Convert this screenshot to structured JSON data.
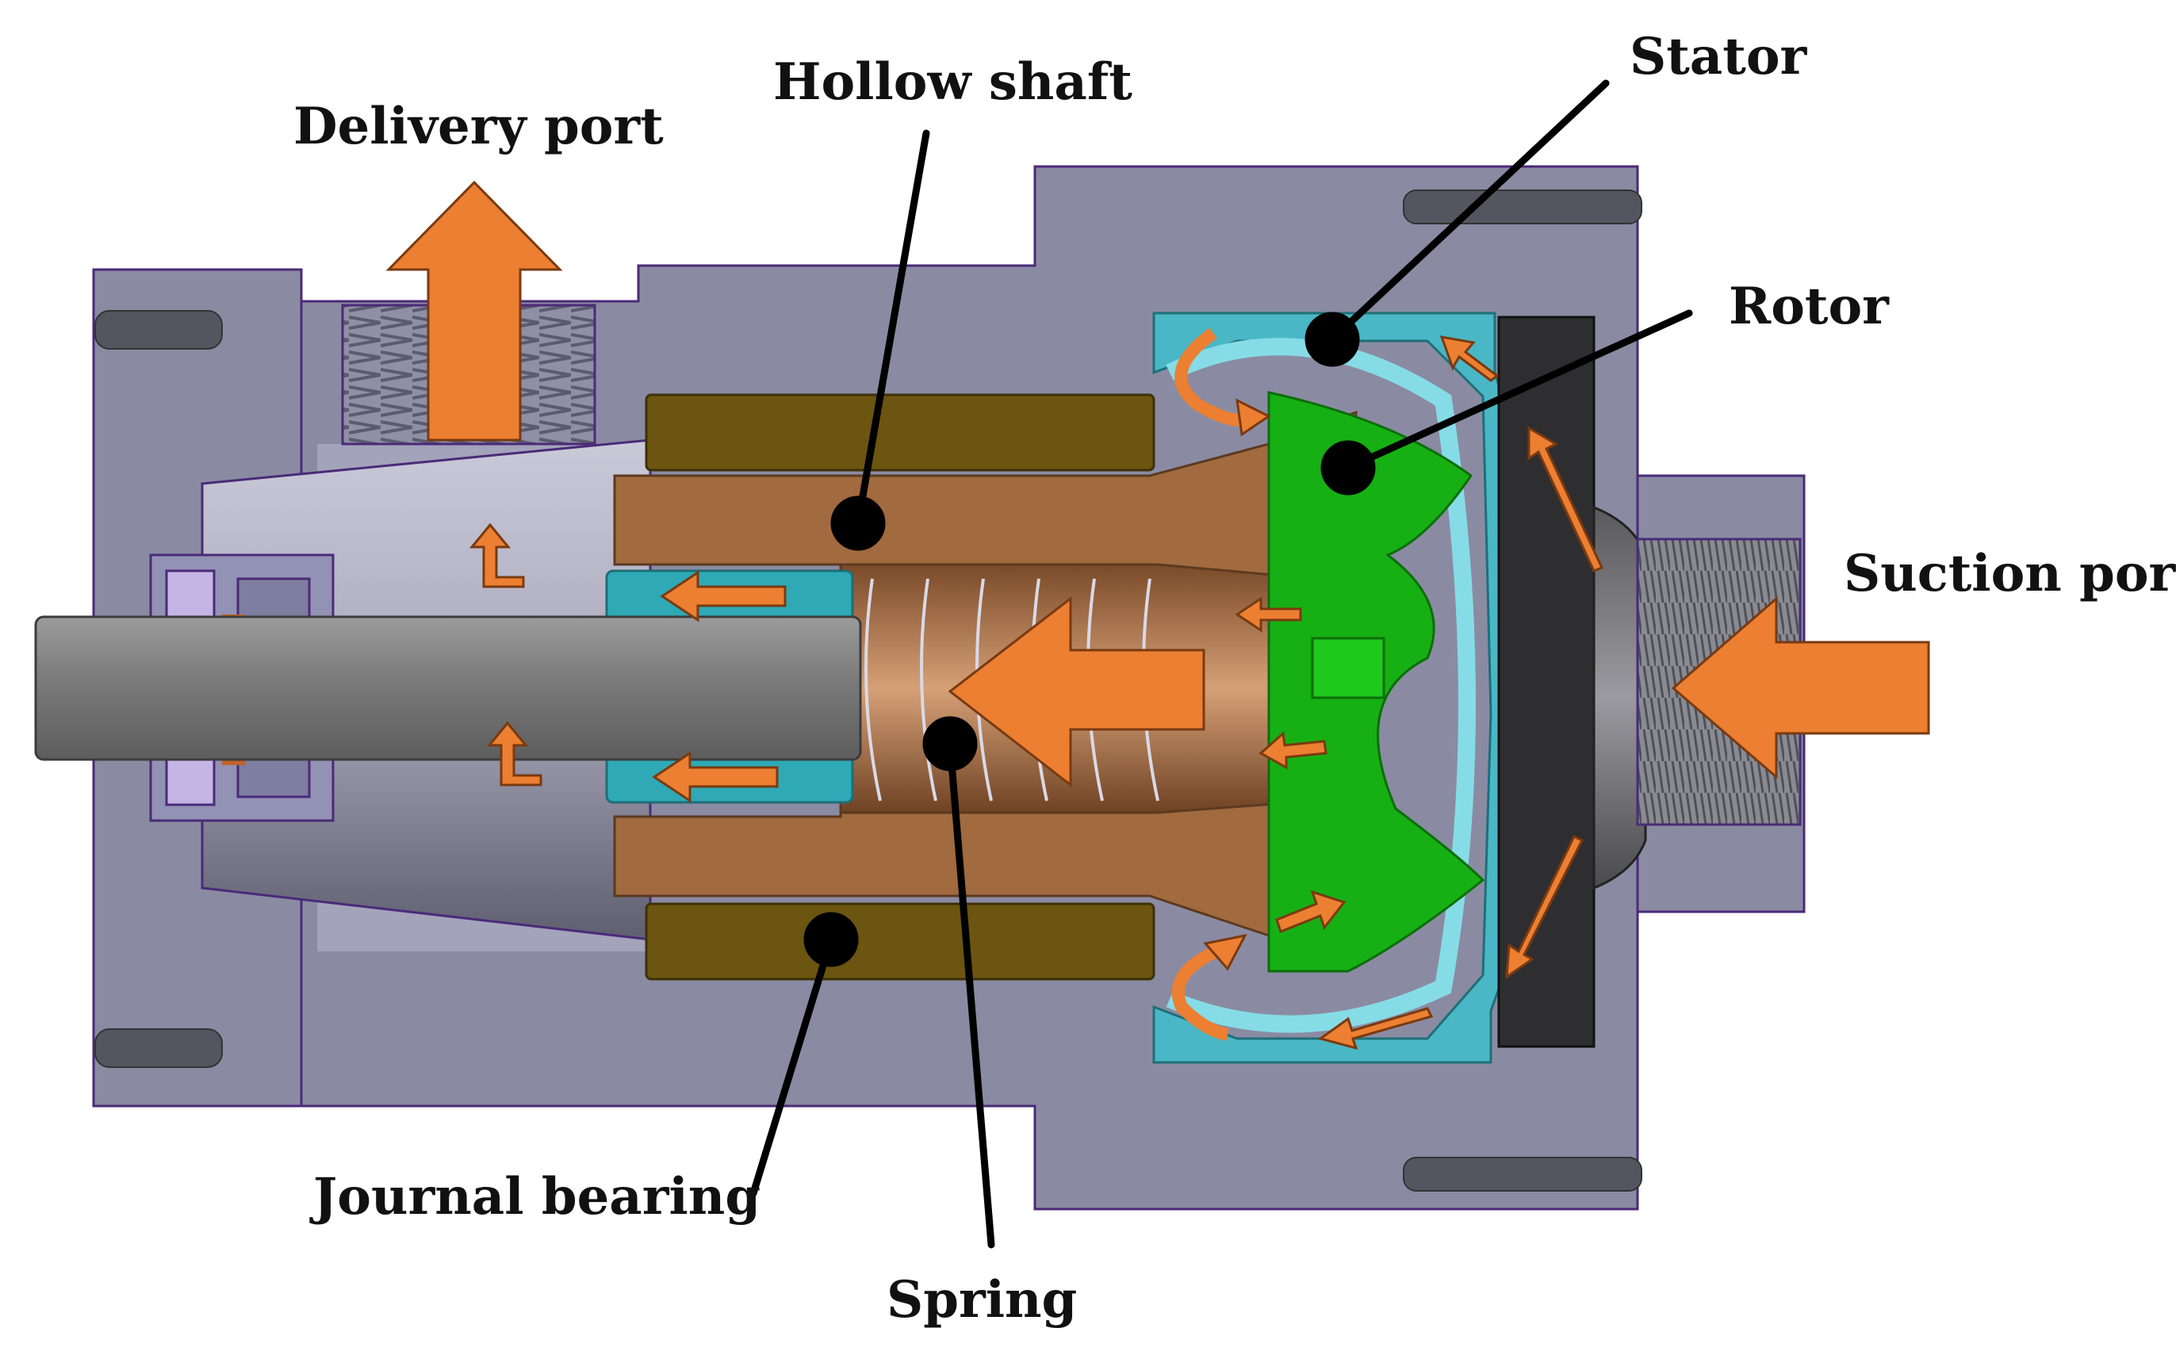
{
  "labels": {
    "delivery_port": "Delivery port",
    "hollow_shaft": "Hollow shaft",
    "stator": "Stator",
    "rotor": "Rotor",
    "suction_port": "Suction port",
    "journal_bearing": "Journal bearing",
    "spring": "Spring"
  },
  "colors": {
    "housing": "#8a8ba2",
    "housing_light": "#a3a3bb",
    "housing_dark": "#6f6f86",
    "outline": "#4b2a78",
    "bearing": "#6b5510",
    "shaft_bronze": "#a16a3f",
    "spring_bronze": "#b87a4c",
    "stator_teal": "#4ab7c6",
    "rotor_green": "#16b014",
    "inlet_dark": "#2e2e30",
    "steel": "#808080",
    "flow_arrow": "#ec7f32",
    "leader_line": "#000000"
  },
  "icons": {
    "flow": "flow-arrow-icon",
    "callout": "callout-dot-icon"
  }
}
